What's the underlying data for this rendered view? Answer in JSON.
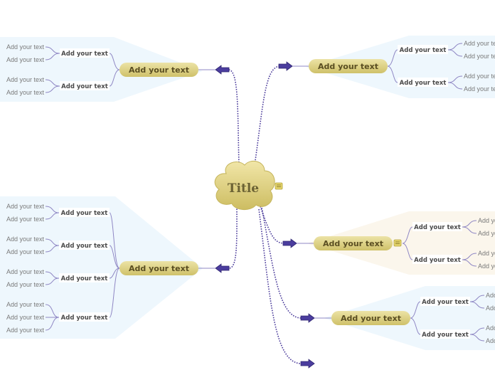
{
  "title": "Title",
  "main_label": "Add your text",
  "sub_label": "Add your text",
  "leaf_label": "Add your text",
  "colors": {
    "connector": "#4a3a9a",
    "arrow_fill": "#4b3d9e",
    "topic_fill": "#dcd07c",
    "panel_blue": "#eef7fd",
    "panel_cream": "#fbf6ec",
    "branch_line": "#8f87c4",
    "note_icon": "#e4d46a"
  },
  "icons": [
    "arrow-right-icon",
    "arrow-left-icon",
    "note-icon"
  ]
}
